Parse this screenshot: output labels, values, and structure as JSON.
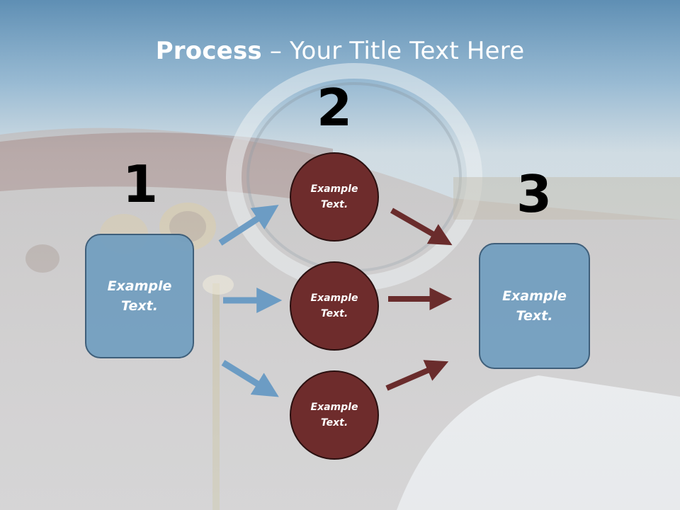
{
  "title": {
    "bold": "Process",
    "rest": " – Your Title Text Here"
  },
  "steps": [
    {
      "number": "1",
      "text": "Example Text."
    },
    {
      "number": "2",
      "items": [
        "Example Text.",
        "Example Text.",
        "Example Text."
      ]
    },
    {
      "number": "3",
      "text": "Example Text."
    }
  ],
  "colors": {
    "box": "#709dbf",
    "circle": "#6e2c2c",
    "arrow_blue": "#6c9cc4",
    "arrow_red": "#6a2c2c"
  },
  "background": "dashboard-of-vintage-car-photo"
}
